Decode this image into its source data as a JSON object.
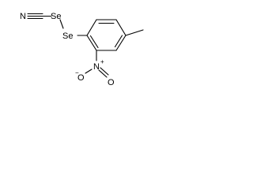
{
  "molecule": {
    "atoms": {
      "n_cyano": "N",
      "se1": "Se",
      "se2": "Se",
      "n_nitro": "N",
      "o_right": "O",
      "o_left": "O"
    },
    "charges": {
      "n_nitro": "+",
      "o_left": "−"
    },
    "bonds": [
      {
        "from": "n_cyano",
        "to": "c_cyano",
        "order": 3
      },
      {
        "from": "c_cyano",
        "to": "se1",
        "order": 1
      },
      {
        "from": "se1",
        "to": "se2",
        "order": 1
      },
      {
        "from": "se2",
        "to": "c1",
        "order": 1
      },
      {
        "from": "c1",
        "to": "c2",
        "order": 2
      },
      {
        "from": "c2",
        "to": "c3",
        "order": 1
      },
      {
        "from": "c3",
        "to": "c4",
        "order": 2
      },
      {
        "from": "c4",
        "to": "c5",
        "order": 1
      },
      {
        "from": "c5",
        "to": "c6",
        "order": 2
      },
      {
        "from": "c6",
        "to": "c1",
        "order": 1
      },
      {
        "from": "c4",
        "to": "methyl",
        "order": 1
      },
      {
        "from": "c2",
        "to": "n_nitro",
        "order": 1
      },
      {
        "from": "n_nitro",
        "to": "o_right",
        "order": 2
      },
      {
        "from": "n_nitro",
        "to": "o_left",
        "order": 1
      }
    ]
  }
}
